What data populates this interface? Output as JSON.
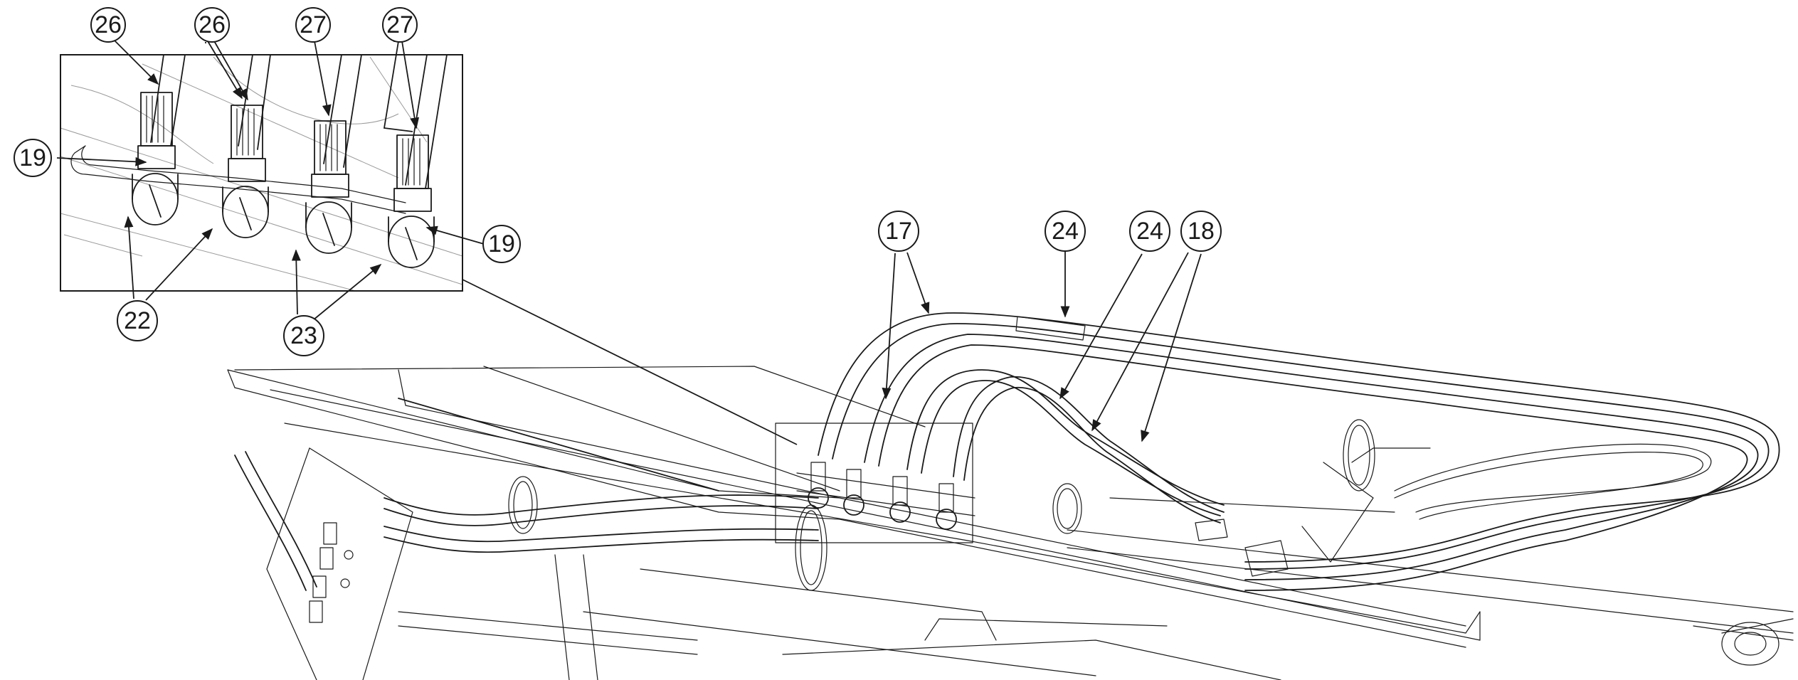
{
  "callouts": [
    {
      "id": "c26a",
      "label": "26"
    },
    {
      "id": "c26b",
      "label": "26"
    },
    {
      "id": "c27a",
      "label": "27"
    },
    {
      "id": "c27b",
      "label": "27"
    },
    {
      "id": "c19a",
      "label": "19"
    },
    {
      "id": "c19b",
      "label": "19"
    },
    {
      "id": "c22",
      "label": "22"
    },
    {
      "id": "c23",
      "label": "23"
    },
    {
      "id": "c17",
      "label": "17"
    },
    {
      "id": "c24a",
      "label": "24"
    },
    {
      "id": "c24b",
      "label": "24"
    },
    {
      "id": "c18",
      "label": "18"
    }
  ]
}
